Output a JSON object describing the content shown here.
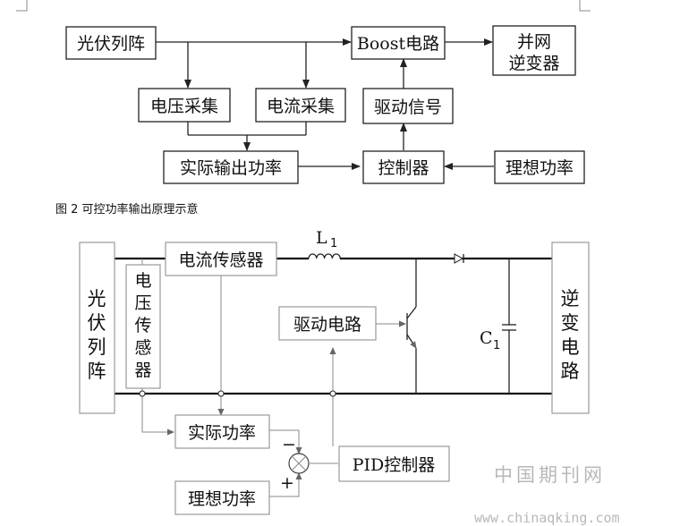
{
  "top_diagram": {
    "pv_array": "光伏列阵",
    "boost": "Boost电路",
    "grid_inverter": [
      "并网",
      "逆变器"
    ],
    "voltage_sampling": "电压采集",
    "current_sampling": "电流采集",
    "drive_signal": "驱动信号",
    "actual_power": "实际输出功率",
    "controller": "控制器",
    "ideal_power": "理想功率"
  },
  "caption": "图 2 可控功率输出原理示意",
  "bottom_diagram": {
    "pv_array": [
      "光",
      "伏",
      "列",
      "阵"
    ],
    "voltage_sensor": [
      "电",
      "压",
      "传",
      "感",
      "器"
    ],
    "current_sensor": "电流传感器",
    "inductor": "L",
    "inductor_sub": "1",
    "drive_circuit": "驱动电路",
    "capacitor": "C",
    "capacitor_sub": "1",
    "inverter": [
      "逆",
      "变",
      "电",
      "路"
    ],
    "actual_power": "实际功率",
    "pid_controller": "PID控制器",
    "ideal_power": "理想功率",
    "minus_sign": "−",
    "plus_sign": "+"
  },
  "watermark": {
    "cn": "中国期刊网",
    "url": "www.chinaqking.com"
  }
}
